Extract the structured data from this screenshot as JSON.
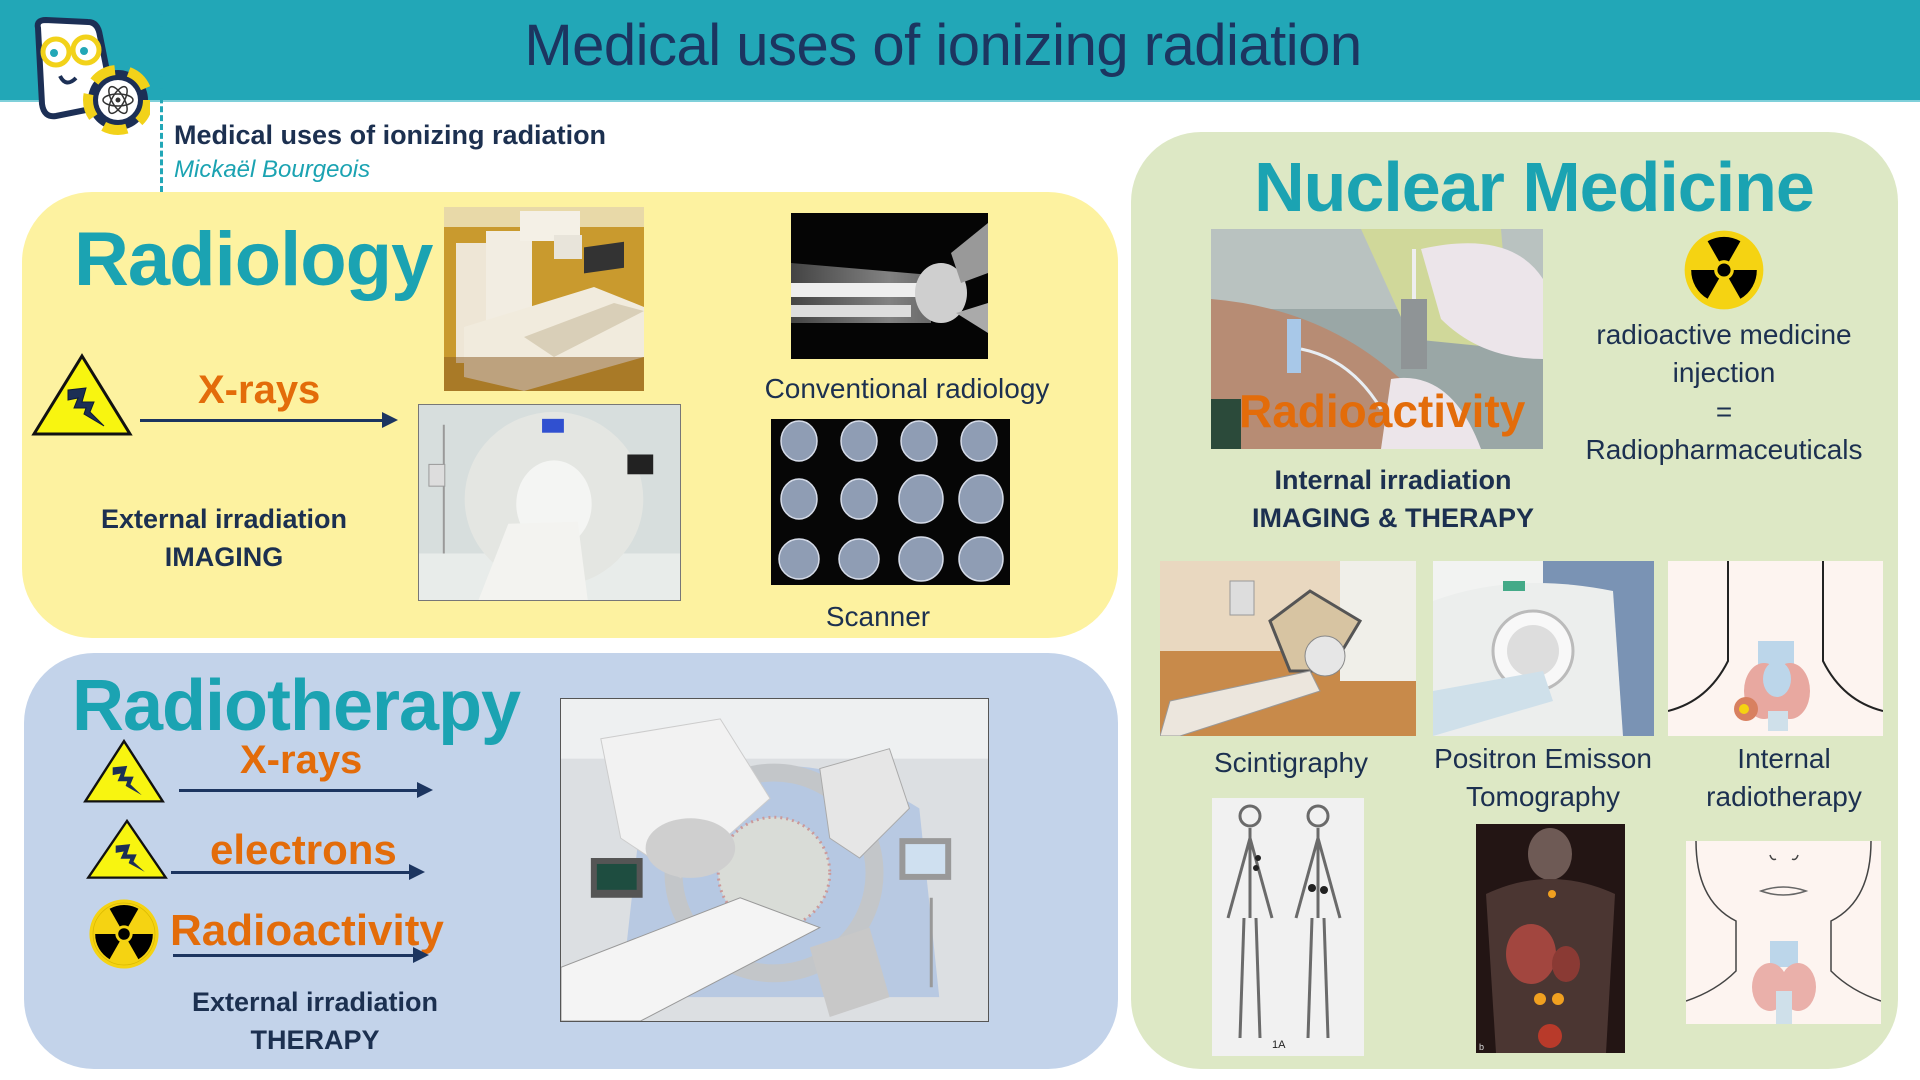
{
  "header": {
    "title": "Medical uses of ionizing radiation"
  },
  "course": {
    "title": "Medical uses of ionizing radiation",
    "author": "Mickaël Bourgeois"
  },
  "colors": {
    "header_bg": "#22a7b7",
    "title_text": "#1c3560",
    "section_title": "#1ba3b2",
    "accent_orange": "#e36c0a",
    "radiology_bg": "#fdf2a0",
    "radiotherapy_bg": "#c3d3ea",
    "nuclear_bg": "#dde8c5"
  },
  "radiology": {
    "title": "Radiology",
    "radiation_label": "X-rays",
    "icon": "high-voltage-warning-icon",
    "mode_line1": "External irradiation",
    "mode_line2": "IMAGING",
    "captions": {
      "conventional": "Conventional radiology",
      "scanner": "Scanner"
    }
  },
  "radiotherapy": {
    "title": "Radiotherapy",
    "sources": [
      {
        "label": "X-rays",
        "icon": "high-voltage-warning-icon"
      },
      {
        "label": "electrons",
        "icon": "high-voltage-warning-icon"
      },
      {
        "label": "Radioactivity",
        "icon": "radiation-trefoil-icon"
      }
    ],
    "mode_line1": "External irradiation",
    "mode_line2": "THERAPY"
  },
  "nuclear_medicine": {
    "title": "Nuclear Medicine",
    "photo_overlay": "Radioactivity",
    "mode_line1": "Internal irradiation",
    "mode_line2": "IMAGING & THERAPY",
    "definition": {
      "line1": "radioactive medicine",
      "line2": "injection",
      "line3": "=",
      "line4": "Radiopharmaceuticals"
    },
    "techniques": [
      {
        "line1": "Scintigraphy",
        "line2": ""
      },
      {
        "line1": "Positron Emisson",
        "line2": "Tomography"
      },
      {
        "line1": "Internal",
        "line2": "radiotherapy"
      }
    ],
    "bone_scan_label": "1A",
    "pet_scan_label": "b"
  }
}
